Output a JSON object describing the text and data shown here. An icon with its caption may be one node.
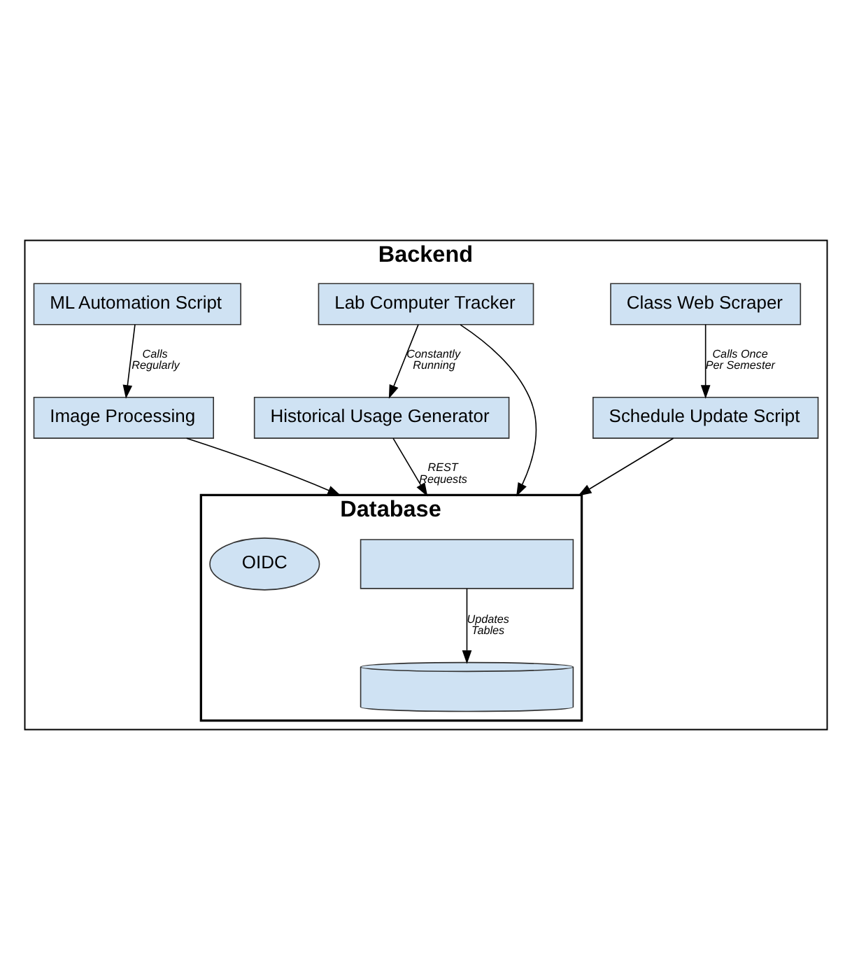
{
  "diagram": {
    "nodes": [
      {
        "text": [
          "Backend"
        ]
      },
      {
        "text": [
          "Class Web Scraper"
        ],
        "in": 0
      },
      {
        "text": [
          "Lab Computer Tracker"
        ],
        "in": 0
      },
      {
        "text": [
          "ML Automation Script"
        ],
        "in": 0
      },
      {
        "text": [
          "Schedule Update Script"
        ],
        "in": 0
      },
      {
        "text": [
          "Historical Usage Generator"
        ],
        "in": 0
      },
      {
        "text": [
          "Image Processing"
        ],
        "in": 0
      },
      {
        "text": [
          "Database"
        ],
        "in": 0
      },
      {
        "text": [],
        "shape": "box",
        "in": 7
      },
      {
        "text": [
          "OIDC"
        ],
        "in": 7
      },
      {
        "text": [],
        "shape": "cylinder",
        "in": 7
      }
    ],
    "edges": [
      {
        "from": 1,
        "to": 4,
        "arrow": "to",
        "label": "Calls Once Per Semester"
      },
      {
        "from": 2,
        "to": 5,
        "arrow": "to",
        "label": "Constantly Running"
      },
      {
        "from": 3,
        "to": 6,
        "arrow": "to",
        "label": "Calls Regularly"
      },
      {
        "from": 4,
        "to": 7,
        "arrow": "to"
      },
      {
        "from": 5,
        "to": 7,
        "arrow": "to",
        "label": "REST Requests"
      },
      {
        "from": 2,
        "to": 7,
        "arrow": "to"
      },
      {
        "from": 6,
        "to": 7,
        "arrow": "to"
      },
      {
        "from": 8,
        "to": 10,
        "arrow": "to",
        "label": "Updates Tables"
      }
    ]
  }
}
